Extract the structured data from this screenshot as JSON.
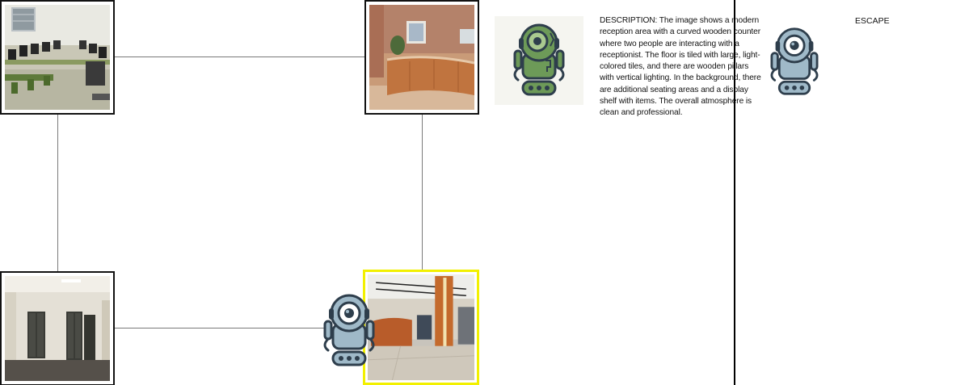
{
  "rooms": [
    {
      "id": "computer-lab"
    },
    {
      "id": "reception-counter"
    },
    {
      "id": "locker-room"
    },
    {
      "id": "lobby-pillar",
      "current": true
    }
  ],
  "panel": {
    "description": "DESCRIPTION: The image shows a modern reception area with a curved wooden counter where two people are interacting with a receptionist. The floor is tiled with large, light-colored tiles, and there are wooden pillars with vertical lighting. In the background, there are additional seating areas and a display shelf with items. The overall atmosphere is clean and professional."
  },
  "escape": {
    "label": "ESCAPE"
  },
  "colors": {
    "current_room_highlight": "#f2f000",
    "robot_green": "#6d9a58",
    "robot_blue": "#9fb9c8",
    "robot_outline": "#2e3e4c",
    "edge": "#7a7a7a"
  },
  "icons": {
    "agent_robot": "robot-icon",
    "panel_robot": "green-robot-icon",
    "escape_robot": "robot-icon"
  }
}
